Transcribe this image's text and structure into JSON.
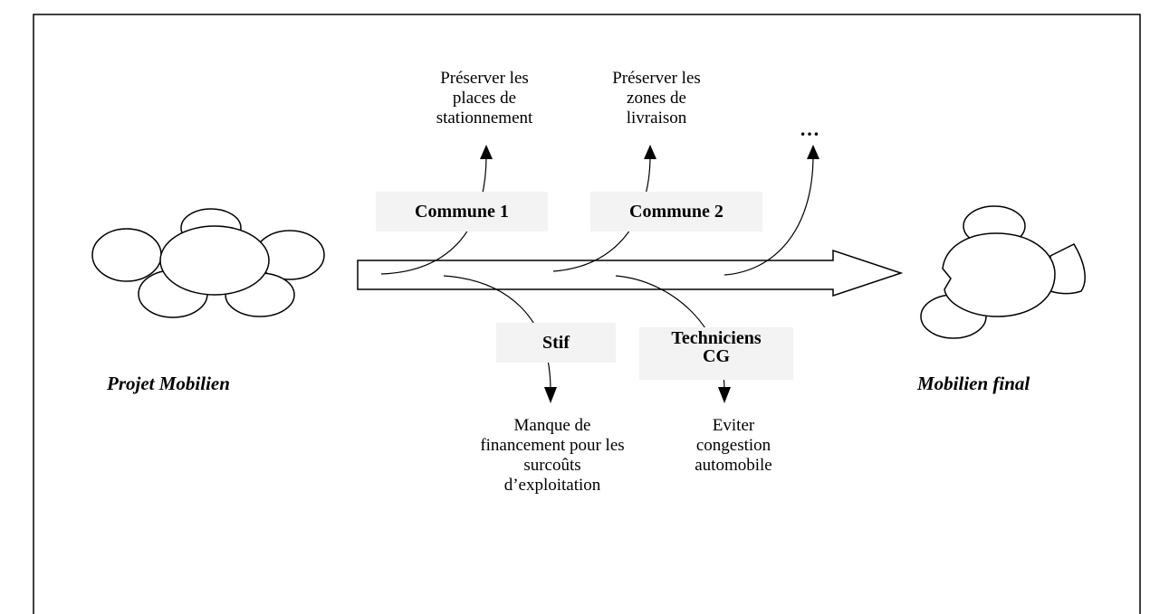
{
  "diagram": {
    "start_label": "Projet Mobilien",
    "end_label": "Mobilien final",
    "actors": [
      {
        "name": "Commune 1",
        "concern": "Préserver les places de stationnement",
        "direction": "up"
      },
      {
        "name": "Commune 2",
        "concern": "Préserver les zones de livraison",
        "direction": "up"
      },
      {
        "name": "",
        "concern": "…",
        "direction": "up"
      },
      {
        "name": "Stif",
        "concern": "Manque de financement pour les surcoûts d’exploitation",
        "direction": "down"
      },
      {
        "name": "Techniciens CG",
        "concern": "Eviter congestion automobile",
        "direction": "down"
      }
    ]
  },
  "labels": {
    "commune1": "Commune 1",
    "commune2": "Commune 2",
    "stif": "Stif",
    "techniciens_l1": "Techniciens",
    "techniciens_l2": "CG",
    "c1_l1": "Préserver les",
    "c1_l2": "places de",
    "c1_l3": "stationnement",
    "c2_l1": "Préserver les",
    "c2_l2": "zones de",
    "c2_l3": "livraison",
    "ellipsis": "…",
    "stif_l1": "Manque de",
    "stif_l2": "financement pour les",
    "stif_l3": "surcoûts",
    "stif_l4": "d’exploitation",
    "tech_l1": "Eviter",
    "tech_l2": "congestion",
    "tech_l3": "automobile",
    "projet": "Projet Mobilien",
    "final": "Mobilien final"
  }
}
